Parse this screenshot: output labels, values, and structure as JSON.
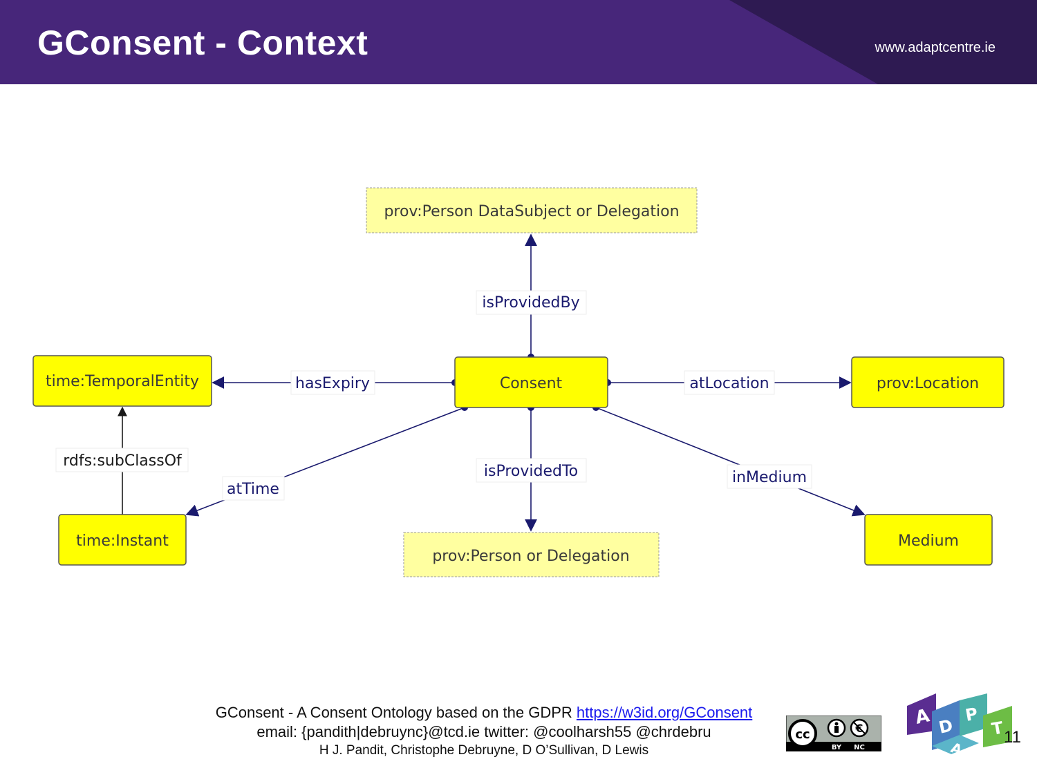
{
  "header": {
    "title": "GConsent - Context",
    "url": "www.adaptcentre.ie"
  },
  "diagram": {
    "nodes": {
      "person_datasubject": "prov:Person DataSubject or Delegation",
      "consent": "Consent",
      "temporal_entity": "time:TemporalEntity",
      "location": "prov:Location",
      "instant": "time:Instant",
      "person_delegation": "prov:Person or Delegation",
      "medium": "Medium"
    },
    "edges": {
      "is_provided_by": "isProvidedBy",
      "has_expiry": "hasExpiry",
      "at_location": "atLocation",
      "subclass_of": "rdfs:subClassOf",
      "at_time": "atTime",
      "is_provided_to": "isProvidedTo",
      "in_medium": "inMedium"
    },
    "colors": {
      "node_fill": "#ffff00",
      "external_node_fill": "#ffffa0",
      "edge": "#1a1a6e"
    }
  },
  "footer": {
    "line1_text": "GConsent - A Consent Ontology based on the GDPR ",
    "line1_link": "https://w3id.org/GConsent",
    "line2": "email: {pandith|debruync}@tcd.ie twitter: @coolharsh55 @chrdebru",
    "line3": "H J. Pandit, Christophe Debruyne, D O’Sullivan, D Lewis"
  },
  "license": {
    "cc": "cc",
    "by": "BY",
    "nc": "NC"
  },
  "logo": {
    "letters": [
      "A",
      "D",
      "A",
      "P",
      "T"
    ]
  },
  "page_number": "11"
}
